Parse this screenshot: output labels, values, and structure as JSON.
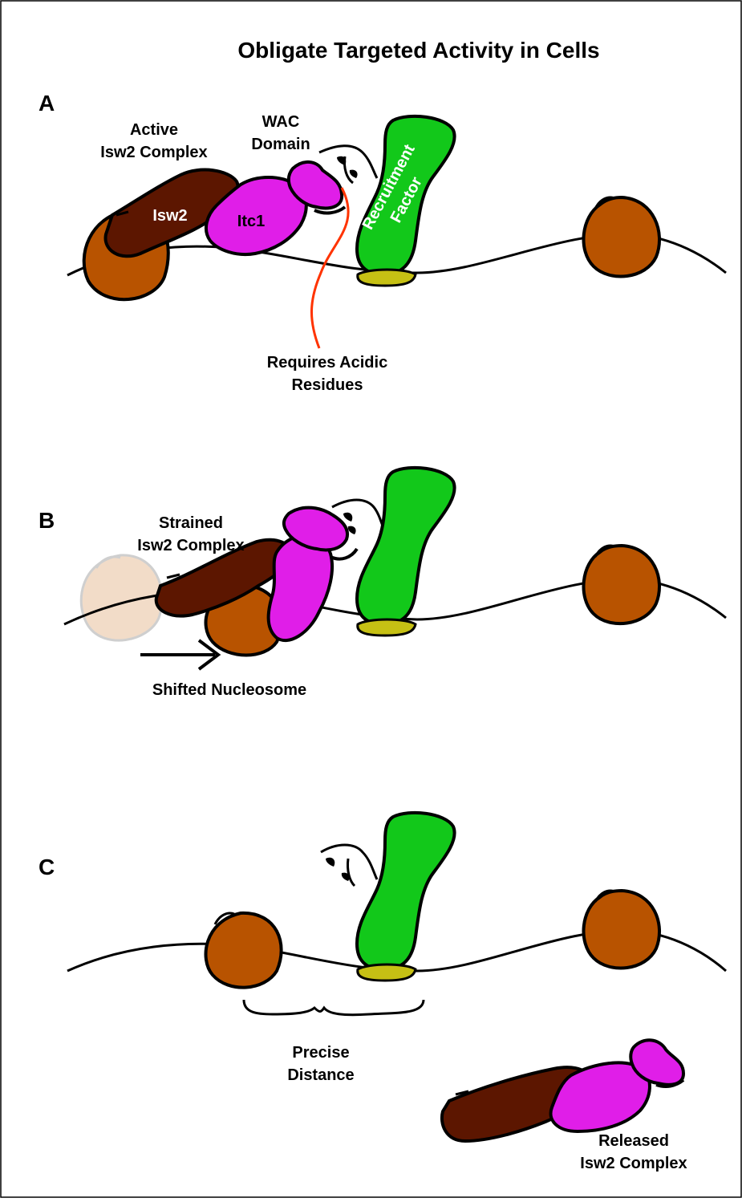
{
  "title": "Obligate Targeted Activity in Cells",
  "panels": {
    "a": {
      "letter": "A",
      "complex_label_1": "Active",
      "complex_label_2": "Isw2 Complex",
      "wac_label_1": "WAC",
      "wac_label_2": "Domain",
      "isw2_label": "Isw2",
      "itc1_label": "Itc1",
      "rf_label_1": "Recruitment",
      "rf_label_2": "Factor",
      "acidic_label_1": "Requires Acidic",
      "acidic_label_2": "Residues"
    },
    "b": {
      "letter": "B",
      "complex_label_1": "Strained",
      "complex_label_2": "Isw2 Complex",
      "shift_label": "Shifted Nucleosome"
    },
    "c": {
      "letter": "C",
      "distance_label_1": "Precise",
      "distance_label_2": "Distance",
      "released_label_1": "Released",
      "released_label_2": "Isw2 Complex"
    }
  },
  "colors": {
    "nucleosome": "#b85300",
    "isw2": "#5c1600",
    "itc1": "#e01ee8",
    "recruitment_factor": "#12c81a",
    "binding_site": "#c6c014",
    "acidic_pointer": "#ff3300",
    "shifted_ghost": "#f2dcc8"
  }
}
